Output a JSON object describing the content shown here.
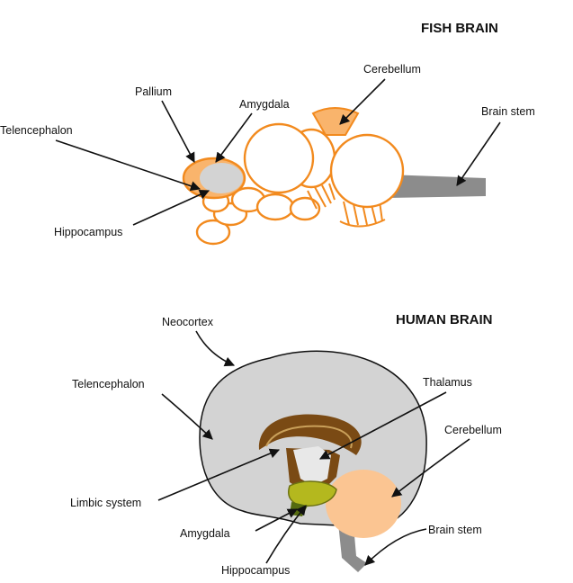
{
  "fish": {
    "title": "FISH BRAIN",
    "labels": {
      "pallium": "Pallium",
      "amygdala": "Amygdala",
      "cerebellum": "Cerebellum",
      "brain_stem": "Brain stem",
      "telencephalon": "Telencephalon",
      "hippocampus": "Hippocampus"
    }
  },
  "human": {
    "title": "HUMAN BRAIN",
    "labels": {
      "neocortex": "Neocortex",
      "telencephalon": "Telencephalon",
      "thalamus": "Thalamus",
      "cerebellum": "Cerebellum",
      "limbic_system": "Limbic system",
      "amygdala": "Amygdala",
      "brain_stem": "Brain stem",
      "hippocampus": "Hippocampus"
    }
  },
  "colors": {
    "fish_outline": "#f28a1e",
    "fish_fill_light": "#f9b46c",
    "cortex_gray": "#d3d3d3",
    "stem_gray": "#8c8c8c",
    "limbic_brown": "#7a4a14",
    "thalamus_light": "#e8e8e8",
    "hippocampus_olive": "#b4b81e",
    "cerebellum_peach": "#fbc592"
  }
}
